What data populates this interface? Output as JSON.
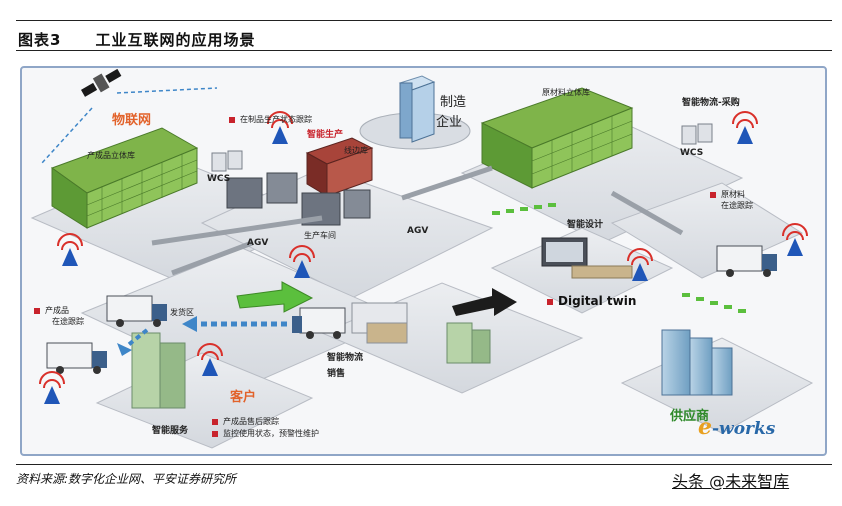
{
  "header": {
    "figure_no": "图表3",
    "title": "工业互联网的应用场景"
  },
  "diagram": {
    "iot": "物联网",
    "finished_warehouse": "产成品立体库",
    "in_production_tracking": "在制品生产状态跟踪",
    "smart_production": "智能生产",
    "line_store": "线边库",
    "wcs": "WCS",
    "agv": "AGV",
    "production_workshop": "生产车间",
    "manufacturing_enterprise_1": "制造",
    "manufacturing_enterprise_2": "企业",
    "raw_material_warehouse": "原材料立体库",
    "smart_logistics_procurement": "智能物流-采购",
    "raw_material_1": "原材料",
    "raw_material_2": "在途跟踪",
    "smart_design": "智能设计",
    "digital_twin": "Digital twin",
    "shipping_area": "发货区",
    "finished_transit_1": "产成品",
    "finished_transit_2": "在途跟踪",
    "smart_logistics_sales_1": "智能物流",
    "smart_logistics_sales_2": "销售",
    "customer": "客户",
    "smart_service": "智能服务",
    "aftersale_tracking": "产成品售后跟踪",
    "monitoring": "监控使用状态，预警性维护",
    "supplier": "供应商",
    "logo_e": "e",
    "logo_rest": "-works"
  },
  "footer": {
    "source": "资料来源:数字化企业网、平安证券研究所",
    "watermark": "头条 @未来智库"
  },
  "colors": {
    "accent_red": "#c8232c",
    "orange": "#e2622a",
    "green": "#2f8a2a",
    "frame_border": "#8fa6c7"
  }
}
